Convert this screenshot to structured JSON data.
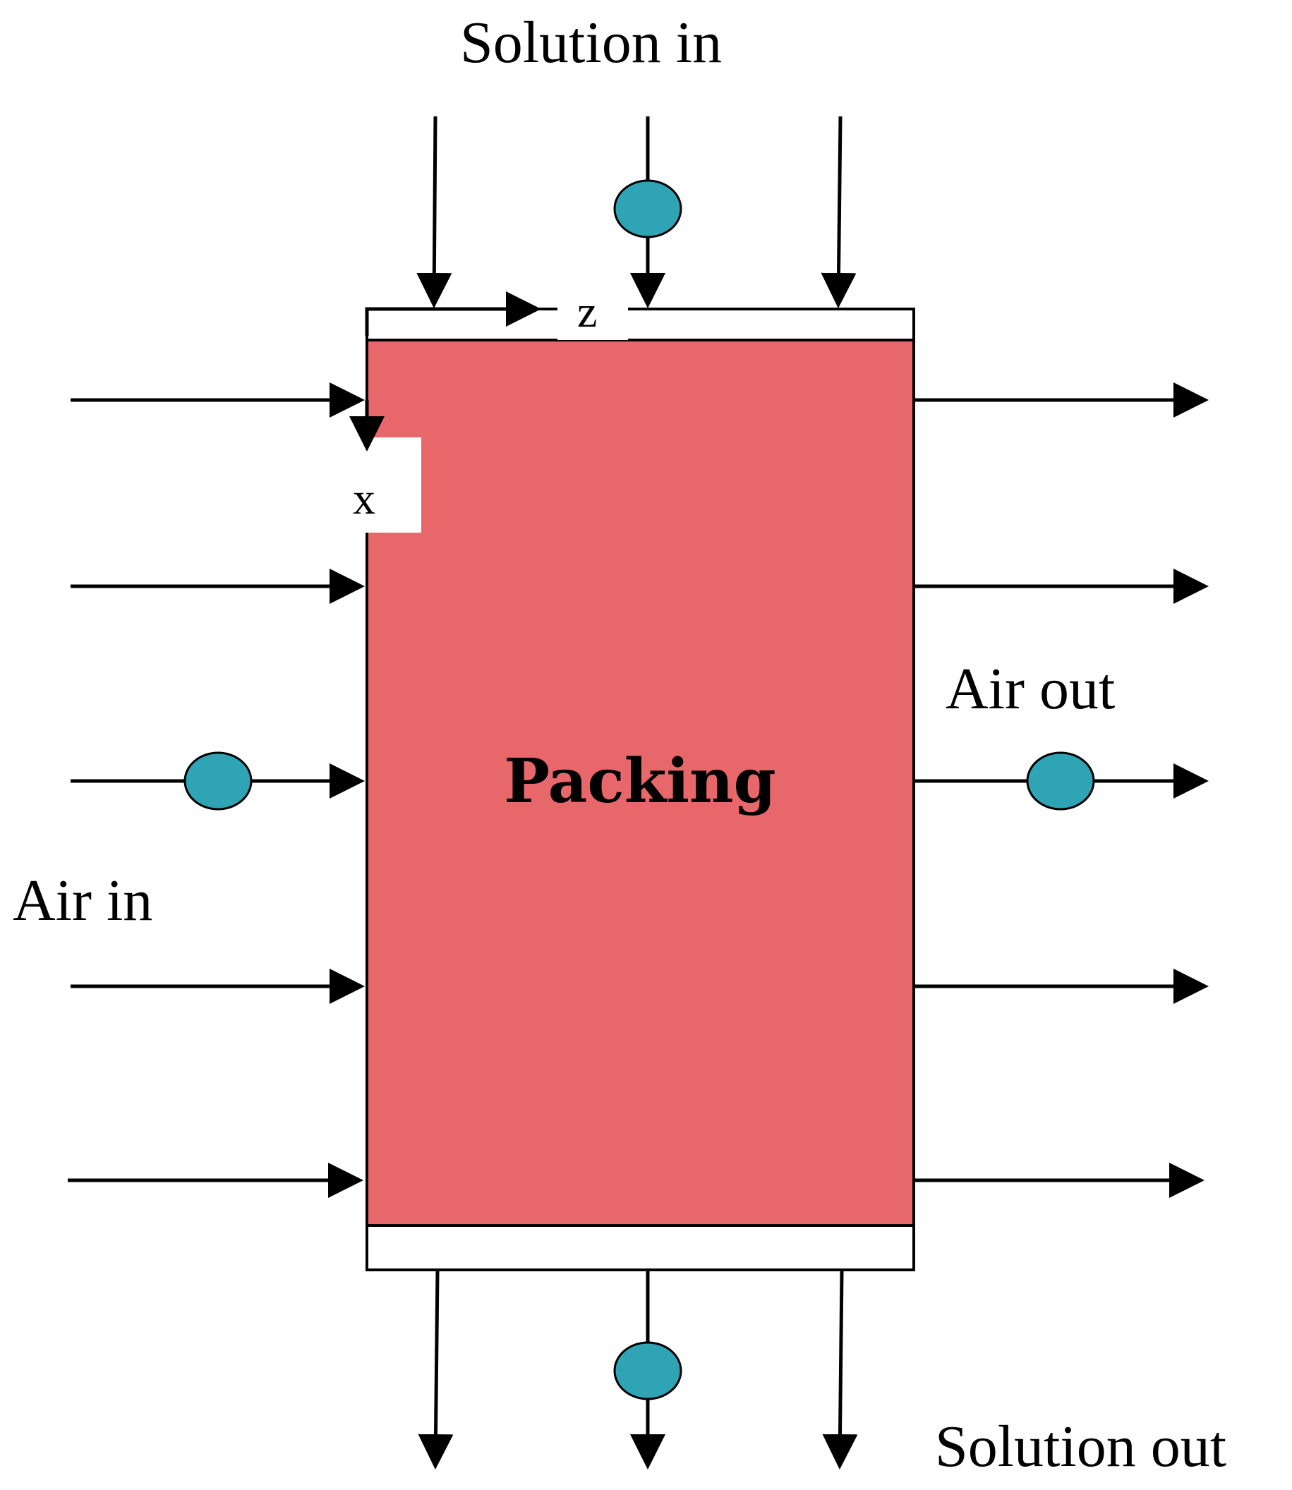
{
  "diagram": {
    "labels": {
      "solution_in": "Solution in",
      "solution_out": "Solution out",
      "air_in": "Air in",
      "air_out": "Air out",
      "packing": "Packing",
      "axis_z": "z",
      "axis_x": "x"
    },
    "colors": {
      "packing_fill": "#e8676a",
      "sensor_fill": "#2fa4b5",
      "line": "#000000",
      "background": "#ffffff"
    }
  }
}
